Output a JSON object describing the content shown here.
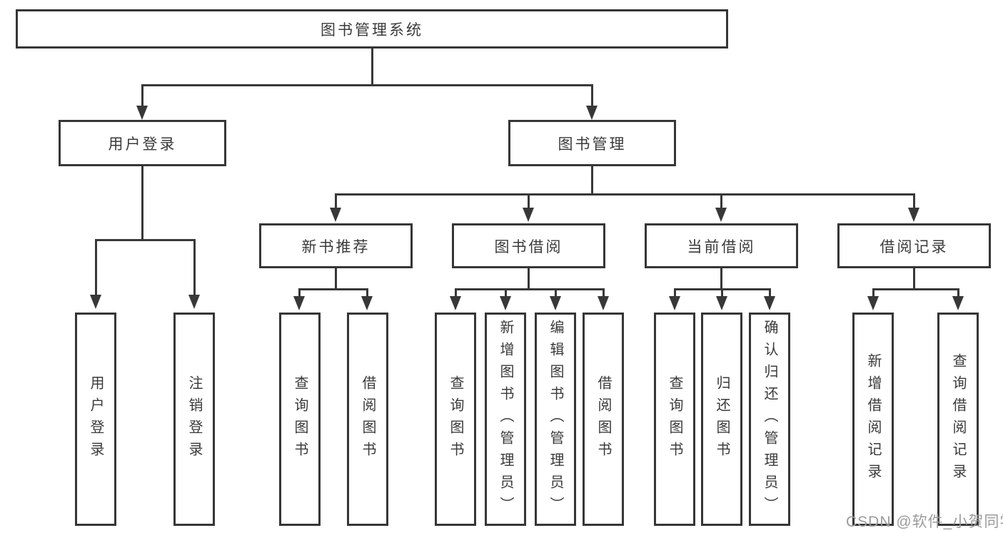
{
  "tree": {
    "label": "图书管理系统",
    "children": [
      {
        "label": "用户登录",
        "children": [
          {
            "label": "用户登录"
          },
          {
            "label": "注销登录"
          }
        ]
      },
      {
        "label": "图书管理",
        "children": [
          {
            "label": "新书推荐",
            "children": [
              {
                "label": "查询图书"
              },
              {
                "label": "借阅图书"
              }
            ]
          },
          {
            "label": "图书借阅",
            "children": [
              {
                "label": "查询图书"
              },
              {
                "label": "新增图书（管理员）"
              },
              {
                "label": "编辑图书（管理员）"
              },
              {
                "label": "借阅图书"
              }
            ]
          },
          {
            "label": "当前借阅",
            "children": [
              {
                "label": "查询图书"
              },
              {
                "label": "归还图书"
              },
              {
                "label": "确认归还（管理员）"
              }
            ]
          },
          {
            "label": "借阅记录",
            "children": [
              {
                "label": "新增借阅记录"
              },
              {
                "label": "查询借阅记录"
              }
            ]
          }
        ]
      }
    ]
  },
  "watermark": {
    "text": "CSDN @软件_小贺同学"
  },
  "colors": {
    "line": "#383838",
    "border": "#363636",
    "text": "#3a3a3a",
    "background": "#ffffff",
    "watermark": "#9b9b9b"
  }
}
